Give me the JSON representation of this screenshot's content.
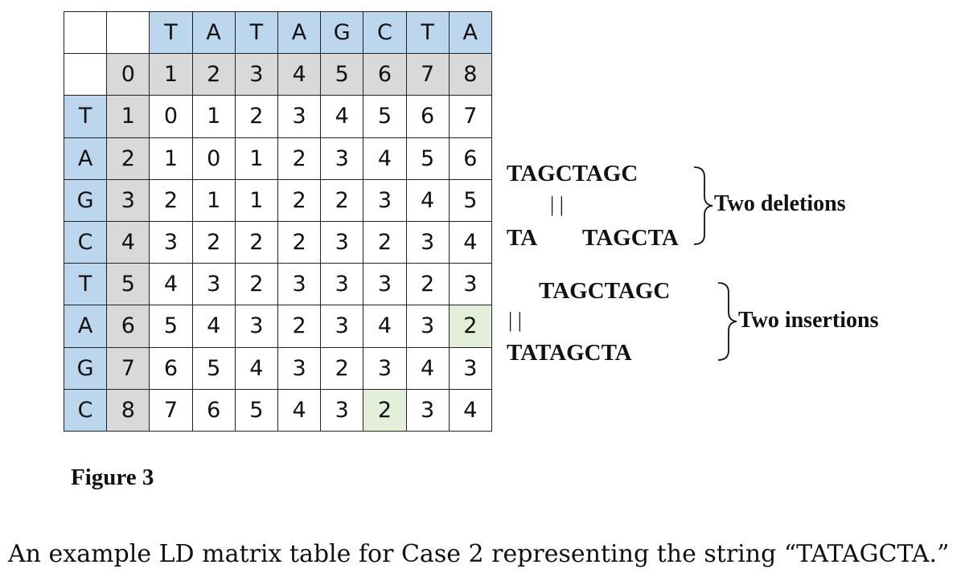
{
  "matrix": {
    "top_sequence": [
      "T",
      "A",
      "T",
      "A",
      "G",
      "C",
      "T",
      "A"
    ],
    "left_sequence": [
      "T",
      "A",
      "G",
      "C",
      "T",
      "A",
      "G",
      "C"
    ],
    "column_index": [
      "0",
      "1",
      "2",
      "3",
      "4",
      "5",
      "6",
      "7",
      "8"
    ],
    "row_index": [
      "1",
      "2",
      "3",
      "4",
      "5",
      "6",
      "7",
      "8"
    ],
    "rows": [
      [
        "0",
        "1",
        "2",
        "3",
        "4",
        "5",
        "6",
        "7"
      ],
      [
        "1",
        "0",
        "1",
        "2",
        "3",
        "4",
        "5",
        "6"
      ],
      [
        "2",
        "1",
        "1",
        "2",
        "2",
        "3",
        "4",
        "5"
      ],
      [
        "3",
        "2",
        "2",
        "2",
        "3",
        "2",
        "3",
        "4"
      ],
      [
        "4",
        "3",
        "2",
        "3",
        "3",
        "3",
        "2",
        "3"
      ],
      [
        "5",
        "4",
        "3",
        "2",
        "3",
        "4",
        "3",
        "2"
      ],
      [
        "6",
        "5",
        "4",
        "3",
        "2",
        "3",
        "4",
        "3"
      ],
      [
        "7",
        "6",
        "5",
        "4",
        "3",
        "2",
        "3",
        "4"
      ]
    ],
    "highlighted_cells": [
      [
        5,
        7
      ],
      [
        7,
        5
      ]
    ],
    "colors": {
      "sequence": "#bcd6ee",
      "index": "#d9d9d9",
      "highlight": "#e3efd9"
    }
  },
  "deletions": {
    "top": "TAGCTAGC",
    "bars": "| |",
    "bottom_left": "TA",
    "bottom_right": "TAGCTA",
    "label": "Two deletions"
  },
  "insertions": {
    "top": "TAGCTAGC",
    "bars": "| |",
    "bottom": "TATAGCTA",
    "label": "Two insertions"
  },
  "figure_title": "Figure 3",
  "caption": "An example LD matrix table for Case 2 representing the string “TATAGCTA.”"
}
